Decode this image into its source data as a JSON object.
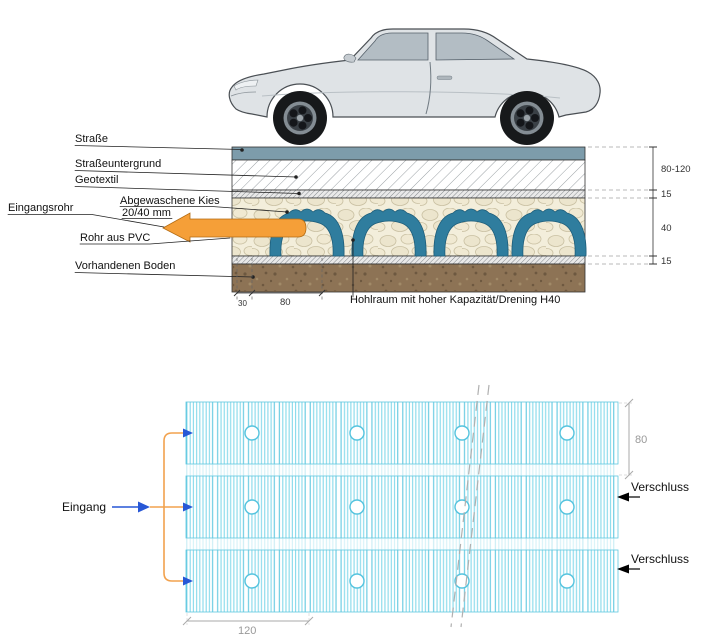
{
  "colors": {
    "road": "#7d9cab",
    "module_blue": "#2f7d9e",
    "pipe_orange": "#f59f38",
    "soil_brown": "#8d7355",
    "plan_cyan": "#8edcec",
    "arrow_blue": "#2757d6",
    "bracket_orange": "#f2a24e",
    "dim_gray": "#999999"
  },
  "section": {
    "labels": {
      "strasse": "Straße",
      "untergrund": "Straßeuntergrund",
      "geotextil": "Geotextil",
      "kies_line1": "Abgewaschene Kies",
      "kies_line2": "20/40 mm",
      "eingangsrohr": "Eingangsrohr",
      "pvc": "Rohr aus PVC",
      "boden": "Vorhandenen Boden",
      "hohlraum": "Hohlraum mit hoher Kapazität/Drening H40"
    },
    "dims": {
      "stack": "80-120",
      "geo": "15",
      "module": "40",
      "bed": "15",
      "w30": "30",
      "w80": "80"
    }
  },
  "plan": {
    "labels": {
      "eingang": "Eingang",
      "verschluss_top": "Verschluss",
      "verschluss_bottom": "Verschluss"
    },
    "dims": {
      "row": "80",
      "col": "120"
    }
  }
}
